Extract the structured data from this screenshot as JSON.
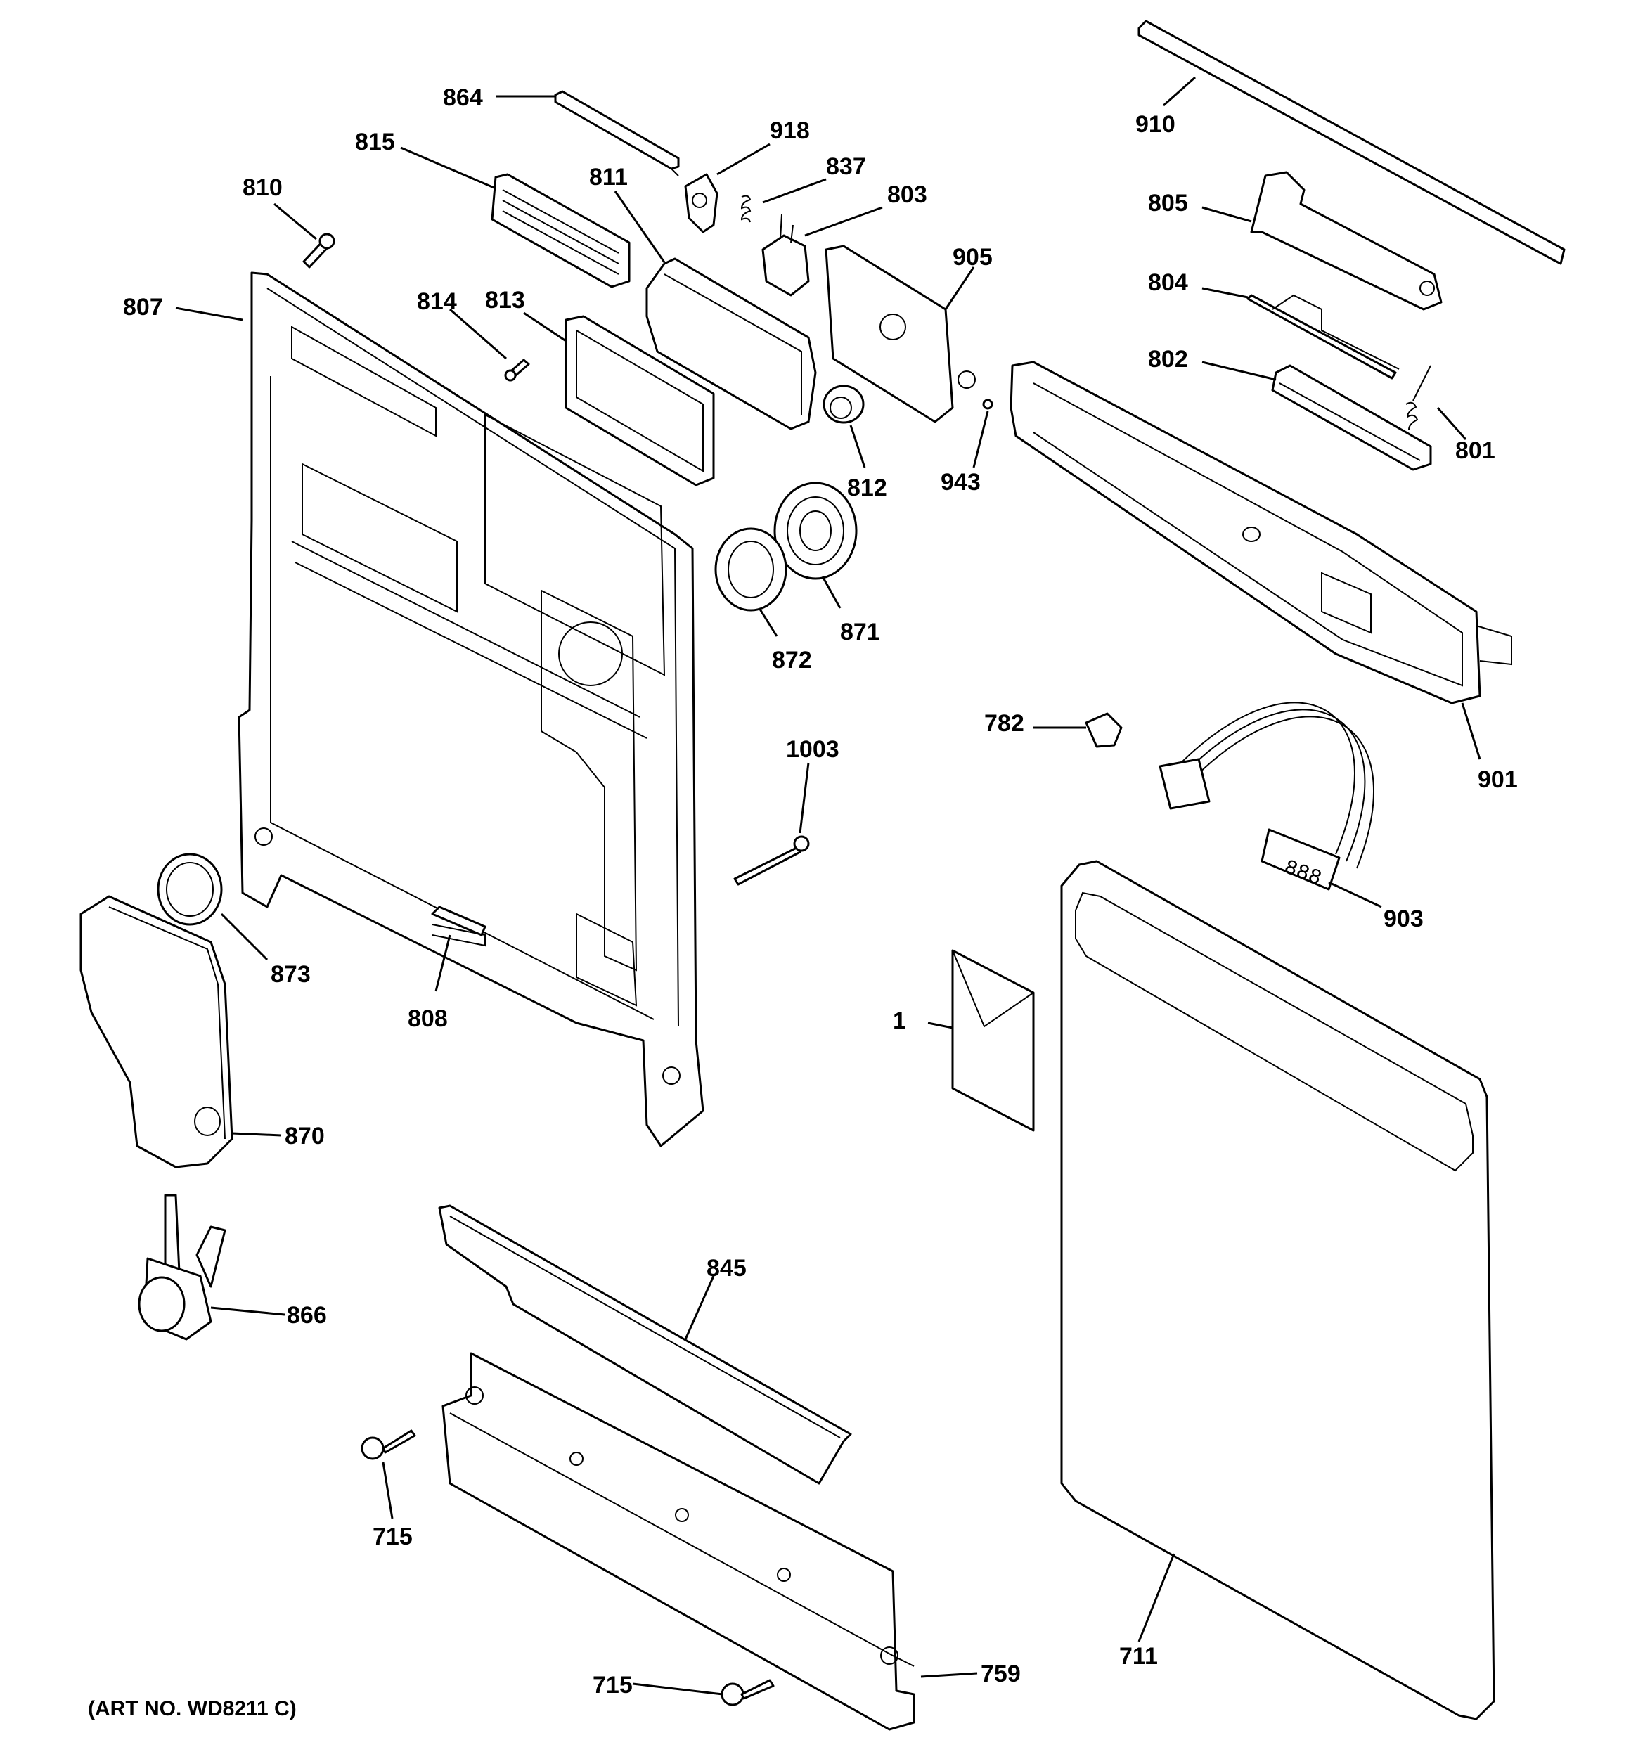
{
  "art_number": "(ART NO. WD8211 C)",
  "callouts": {
    "c864": "864",
    "c918": "918",
    "c815": "815",
    "c837": "837",
    "c811": "811",
    "c803": "803",
    "c810": "810",
    "c905": "905",
    "c807": "807",
    "c814": "814",
    "c813": "813",
    "c812": "812",
    "c943": "943",
    "c910": "910",
    "c805": "805",
    "c804": "804",
    "c802": "802",
    "c801": "801",
    "c871": "871",
    "c872": "872",
    "c901": "901",
    "c782": "782",
    "c1003": "1003",
    "c903": "903",
    "c873": "873",
    "c808": "808",
    "c1": "1",
    "c870": "870",
    "c866": "866",
    "c845": "845",
    "c715a": "715",
    "c711": "711",
    "c715b": "715",
    "c759": "759"
  }
}
